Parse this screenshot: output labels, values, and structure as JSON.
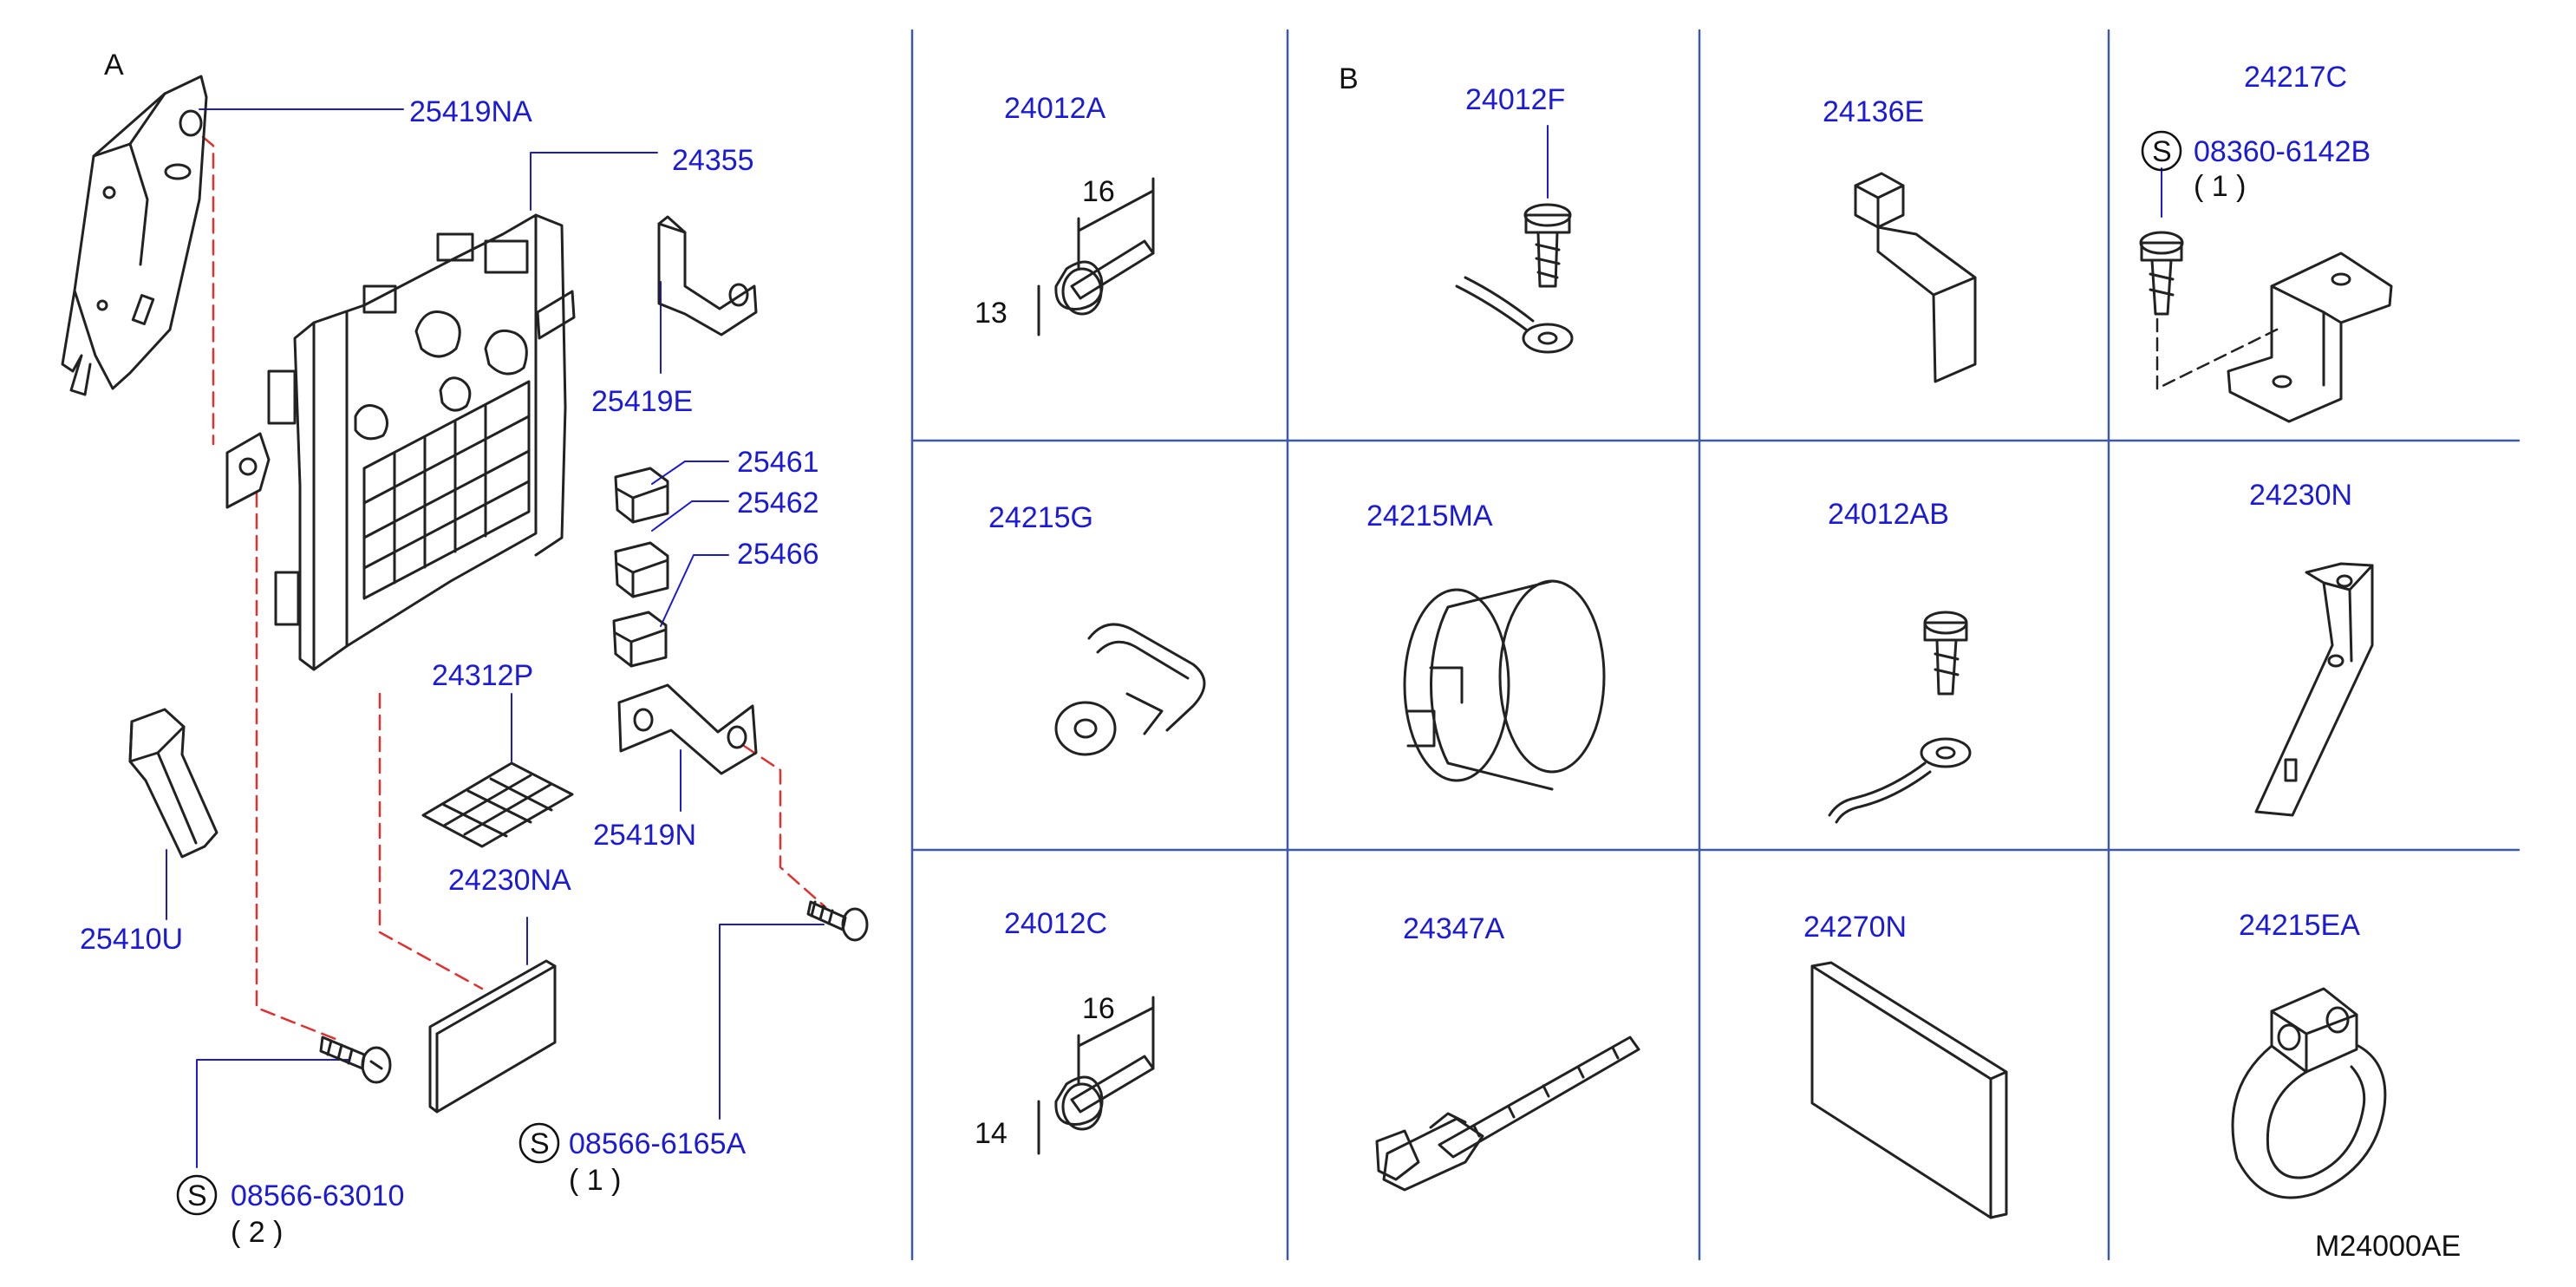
{
  "colors": {
    "part_number": "#1a1ad8",
    "grid": "#3c5aa8",
    "drawing": "#222222",
    "dashed_guide": "#e03030"
  },
  "section_a": {
    "marker": "A",
    "labels": {
      "p25419NA": "25419NA",
      "p24355": "24355",
      "p25419E": "25419E",
      "p25461": "25461",
      "p25462": "25462",
      "p25466": "25466",
      "p24312P": "24312P",
      "p25419N": "25419N",
      "p24230NA": "24230NA",
      "p25410U": "25410U",
      "p08566_6165A": "08566-6165A",
      "p08566_6165A_qty": "( 1 )",
      "p08566_63010": "08566-63010",
      "p08566_63010_qty": "( 2 )",
      "s_mark": "S"
    }
  },
  "section_b": {
    "marker": "B",
    "cells": [
      {
        "part": "24012A",
        "dim_length": "16",
        "dim_dia": "13"
      },
      {
        "part": "24012F"
      },
      {
        "part": "24136E"
      },
      {
        "part": "24217C",
        "bolt_part": "08360-6142B",
        "bolt_qty": "( 1 )",
        "s_mark": "S"
      },
      {
        "part": "24215G"
      },
      {
        "part": "24215MA"
      },
      {
        "part": "24012AB"
      },
      {
        "part": "24230N"
      },
      {
        "part": "24012C",
        "dim_length": "16",
        "dim_dia": "14"
      },
      {
        "part": "24347A"
      },
      {
        "part": "24270N"
      },
      {
        "part": "24215EA"
      }
    ]
  },
  "diagram_ref": "M24000AE"
}
